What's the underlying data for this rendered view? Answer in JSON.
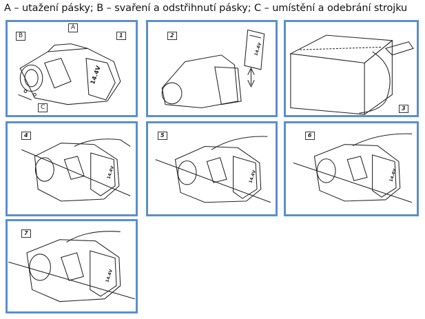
{
  "caption": "A – utažení pásky; B – svaření a odstřihnutí pásky; C – umístění a odebrání strojku",
  "panels": [
    {
      "number": "1",
      "callouts": [
        "A",
        "B",
        "C"
      ]
    },
    {
      "number": "2",
      "badge": "14.4V"
    },
    {
      "number": "3"
    },
    {
      "number": "4",
      "badge": "14.4V"
    },
    {
      "number": "5",
      "badge": "14.4V"
    },
    {
      "number": "6",
      "badge": "14.4V"
    },
    {
      "number": "7",
      "badge": "14.4V"
    }
  ],
  "colors": {
    "panel_border": "#5b8fcb"
  }
}
